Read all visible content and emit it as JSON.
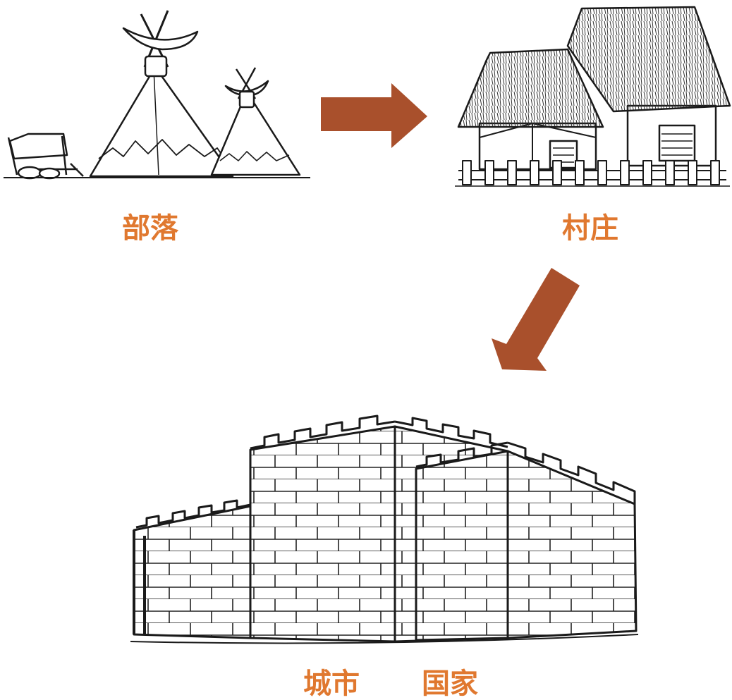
{
  "stages": {
    "tribe": "部落",
    "village": "村庄",
    "city": "城市",
    "state": "国家"
  },
  "colors": {
    "arrow": "#a9502c",
    "label": "#e0782f",
    "ink": "#1a1a1a"
  },
  "illustrations": [
    "tepee-drawing",
    "thatched-houses-drawing",
    "city-wall-drawing"
  ]
}
